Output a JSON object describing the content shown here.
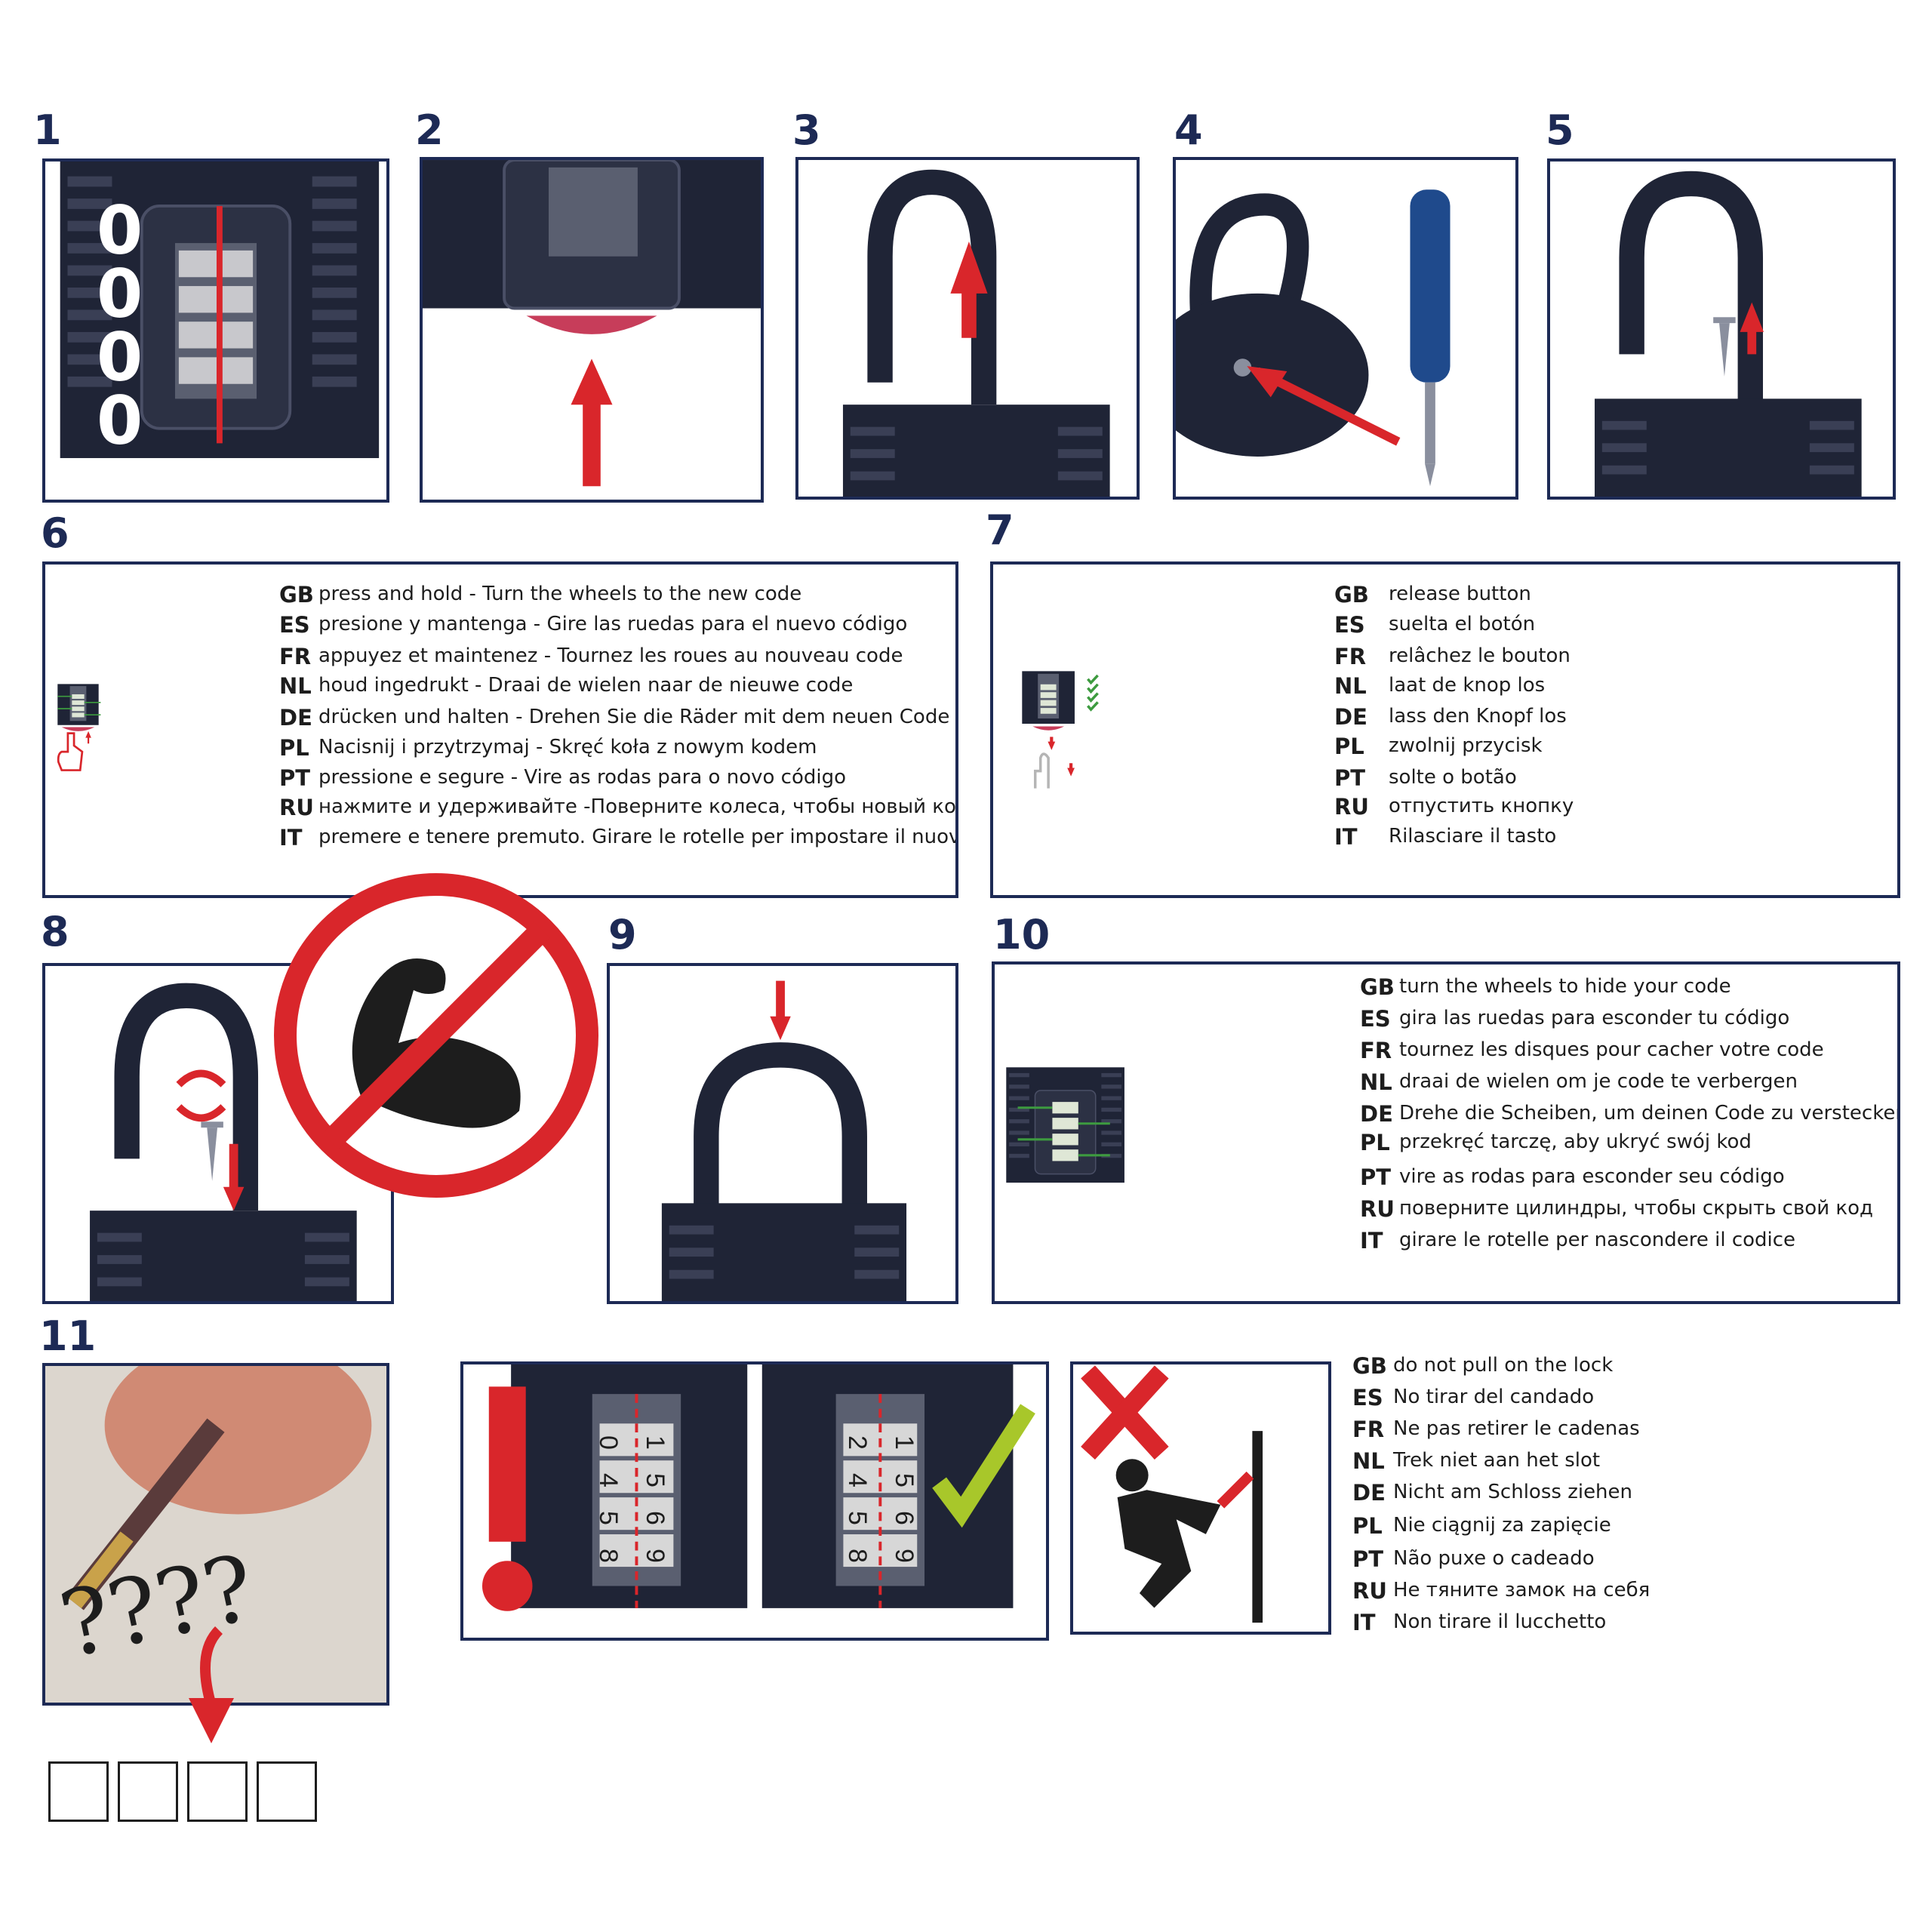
{
  "steps": {
    "s1": "1",
    "s2": "2",
    "s3": "3",
    "s4": "4",
    "s5": "5",
    "s6": "6",
    "s7": "7",
    "s8": "8",
    "s9": "9",
    "s10": "10",
    "s11": "11"
  },
  "step1": {
    "digits": [
      "0",
      "0",
      "0",
      "0"
    ]
  },
  "step6": {
    "rows": [
      {
        "code": "GB",
        "text": "press and hold - Turn the wheels to the new code"
      },
      {
        "code": "ES",
        "text": "presione y mantenga - Gire las ruedas para el nuevo código"
      },
      {
        "code": "FR",
        "text": "appuyez et maintenez - Tournez les roues au nouveau code"
      },
      {
        "code": "NL",
        "text": "houd ingedrukt - Draai de wielen naar de nieuwe code"
      },
      {
        "code": "DE",
        "text": "drücken und halten - Drehen Sie die Räder mit dem neuen Code"
      },
      {
        "code": "PL",
        "text": "Nacisnij i przytrzymaj - Skręć koła z nowym kodem"
      },
      {
        "code": "PT",
        "text": "pressione e segure - Vire as rodas para o novo código"
      },
      {
        "code": "RU",
        "text": "нажмите и удерживайте -Поверните колеса, чтобы новый код"
      },
      {
        "code": "IT",
        "text": "premere e tenere premuto. Girare le rotelle per impostare il nuovo codice"
      }
    ]
  },
  "step7": {
    "rows": [
      {
        "code": "GB",
        "text": "release button"
      },
      {
        "code": "ES",
        "text": "suelta el botón"
      },
      {
        "code": "FR",
        "text": "relâchez le bouton"
      },
      {
        "code": "NL",
        "text": "laat de knop los"
      },
      {
        "code": "DE",
        "text": "lass den Knopf los"
      },
      {
        "code": "PL",
        "text": "zwolnij przycisk"
      },
      {
        "code": "PT",
        "text": "solte o botão"
      },
      {
        "code": "RU",
        "text": "отпустить кнопку"
      },
      {
        "code": "IT",
        "text": "Rilasciare il tasto"
      }
    ]
  },
  "step10": {
    "rows": [
      {
        "code": "GB",
        "text": "turn the wheels to hide your code"
      },
      {
        "code": "ES",
        "text": "gira las ruedas para esconder tu código"
      },
      {
        "code": "FR",
        "text": "tournez les disques pour cacher votre code"
      },
      {
        "code": "NL",
        "text": "draai de wielen om je code te verbergen"
      },
      {
        "code": "DE",
        "text": "Drehe die Scheiben, um deinen Code zu verstecken"
      },
      {
        "code": "PL",
        "text": "przekręć tarczę, aby ukryć swój kod"
      },
      {
        "code": "PT",
        "text": "vire as rodas para esconder seu código"
      },
      {
        "code": "RU",
        "text": "поверните цилиндры,  чтобы скрыть свой код"
      },
      {
        "code": "IT",
        "text": "girare le rotelle per nascondere il codice"
      }
    ]
  },
  "step11": {
    "question_marks": "????",
    "wrong_digits": [
      "0",
      "4",
      "5",
      "8"
    ],
    "wrong_digits_right": [
      "1",
      "5",
      "6",
      "9"
    ],
    "right_digits_left": [
      "2",
      "4",
      "5",
      "8"
    ],
    "right_digits": [
      "1",
      "5",
      "6",
      "9"
    ],
    "rows": [
      {
        "code": "GB",
        "text": "do not pull on the lock"
      },
      {
        "code": "ES",
        "text": "No tirar del candado"
      },
      {
        "code": "FR",
        "text": "Ne pas retirer le cadenas"
      },
      {
        "code": "NL",
        "text": "Trek niet aan het slot"
      },
      {
        "code": "DE",
        "text": "Nicht am Schloss ziehen"
      },
      {
        "code": "PL",
        "text": "Nie ciągnij za zapięcie"
      },
      {
        "code": "PT",
        "text": "Não puxe o cadeado"
      },
      {
        "code": "RU",
        "text": "Не тяните замок на себя"
      },
      {
        "code": "IT",
        "text": "Non tirare il lucchetto"
      }
    ]
  },
  "colors": {
    "navy": "#1d2a55",
    "lock_body": "#1f2436",
    "arrow_red": "#d9262b",
    "check_green": "#3d9b3f",
    "wheel_green": "#6cc24a",
    "check_yellow": "#a8c72a"
  }
}
